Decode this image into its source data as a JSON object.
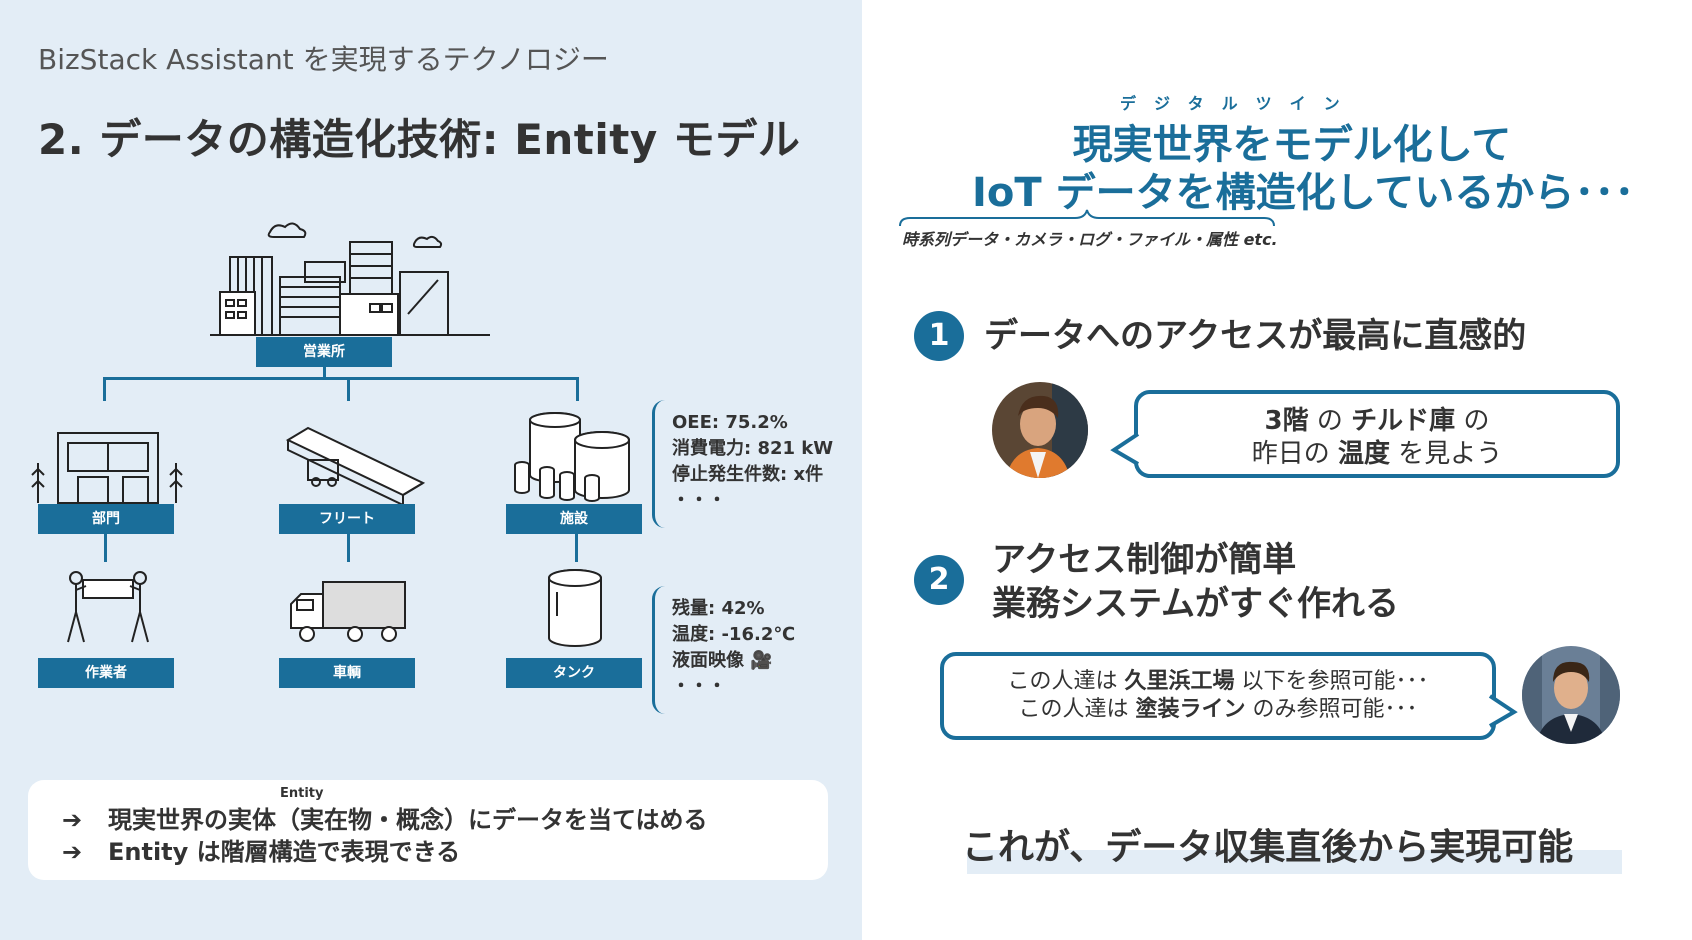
{
  "header": {
    "subtitle": "BizStack Assistant を実現するテクノロジー",
    "title": "2. データの構造化技術: Entity モデル"
  },
  "tree": {
    "root": "営業所",
    "level1": [
      "部門",
      "フリート",
      "施設"
    ],
    "level2": [
      "作業者",
      "車輌",
      "タンク"
    ]
  },
  "facility_attrs": [
    "OEE: 75.2%",
    "消費電力: 821 kW",
    "停止発生件数: x件",
    "・・・"
  ],
  "tank_attrs": [
    "残量: 42%",
    "温度: -16.2℃",
    "液面映像 🎥",
    "・・・"
  ],
  "summary": {
    "ruby": "Entity",
    "bullets": [
      "現実世界の実体（実在物・概念）にデータを当てはめる",
      "Entity は階層構造で表現できる"
    ],
    "arrow": "➔"
  },
  "right": {
    "ruby": "デジタルツイン",
    "headline1": "現実世界をモデル化して",
    "headline2": "IoT データを構造化しているから･･･",
    "data_types": "時系列データ・カメラ・ログ・ファイル・属性 etc.",
    "points": [
      {
        "num": "1",
        "text": "データへのアクセスが最高に直感的"
      },
      {
        "num": "2",
        "line1": "アクセス制御が簡単",
        "line2": "業務システムがすぐ作れる"
      }
    ],
    "bubble1": {
      "b1": "3階",
      "t1": " の ",
      "b2": "チルド庫",
      "t2": " の",
      "t3": "昨日の ",
      "b3": "温度",
      "t4": " を見よう"
    },
    "bubble2": {
      "t1": "この人達は ",
      "b1": "久里浜工場",
      "t2": " 以下を参照可能･･･",
      "t3": "この人達は ",
      "b2": "塗装ライン",
      "t4": " のみ参照可能･･･"
    },
    "final": "これが、データ収集直後から実現可能"
  }
}
